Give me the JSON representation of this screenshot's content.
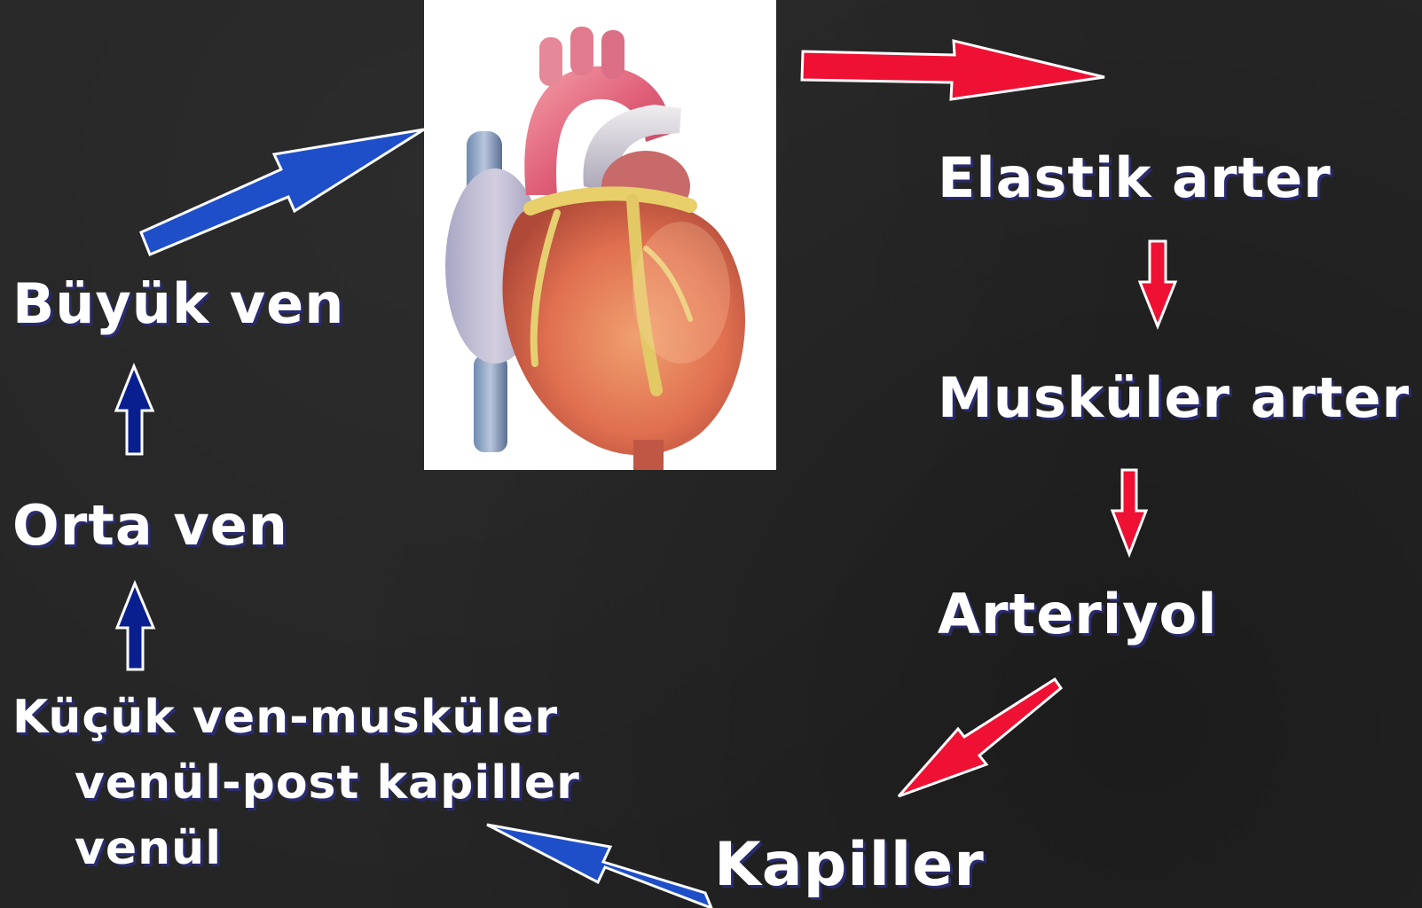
{
  "colors": {
    "background": "#252525",
    "text": "#ffffff",
    "text_shadow": "#2a2a6e",
    "arterial_arrow": "#ee1133",
    "venous_arrow": "#1f4fc8",
    "venous_arrow_dark": "#0a1f8f"
  },
  "heart_image": {
    "icon": "heart-anatomy-icon"
  },
  "arterial_path": {
    "elastic_artery": "Elastik arter",
    "muscular_artery": "Musküler arter",
    "arteriole": "Arteriyol"
  },
  "capillary": "Kapiller",
  "venous_path": {
    "small_vein_line1": "Küçük ven-musküler",
    "small_vein_line2": "venül-post kapiller",
    "small_vein_line3": "venül",
    "medium_vein": "Orta ven",
    "large_vein": "Büyük ven"
  }
}
